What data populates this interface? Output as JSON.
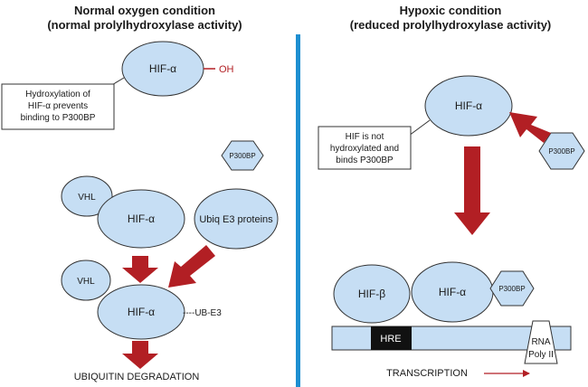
{
  "left_panel": {
    "title_line1": "Normal oxygen condition",
    "title_line2": "(normal prolylhydroxylase activity)",
    "hif_alpha_top": "HIF-α",
    "oh_label": "OH",
    "callout_line1": "Hydroxylation of",
    "callout_line2": "HIF-α prevents",
    "callout_line3": "binding to P300BP",
    "p300bp": "P300BP",
    "vhl_1": "VHL",
    "hif_alpha_mid": "HIF-α",
    "ubiq_e3": "Ubiq E3 proteins",
    "vhl_2": "VHL",
    "hif_alpha_bottom": "HIF-α",
    "ub_e3_label": "----UB-E3",
    "degradation": "UBIQUITIN DEGRADATION"
  },
  "right_panel": {
    "title_line1": "Hypoxic condition",
    "title_line2": "(reduced prolylhydroxylase activity)",
    "hif_alpha_top": "HIF-α",
    "p300bp_free": "P300BP",
    "callout_line1": "HIF is not",
    "callout_line2": "hydroxylated and",
    "callout_line3": "binds P300BP",
    "hif_beta": "HIF-β",
    "hif_alpha_complex": "HIF-α",
    "p300bp_bound": "P300BP",
    "hre": "HRE",
    "rna_line1": "RNA",
    "rna_line2": "Poly II",
    "transcription": "TRANSCRIPTION"
  },
  "colors": {
    "oval_fill": "#c6def4",
    "arrow_red": "#b21f24",
    "divider_blue": "#1e8fd1",
    "oh_red": "#b21f24",
    "hre_black": "#111111"
  }
}
